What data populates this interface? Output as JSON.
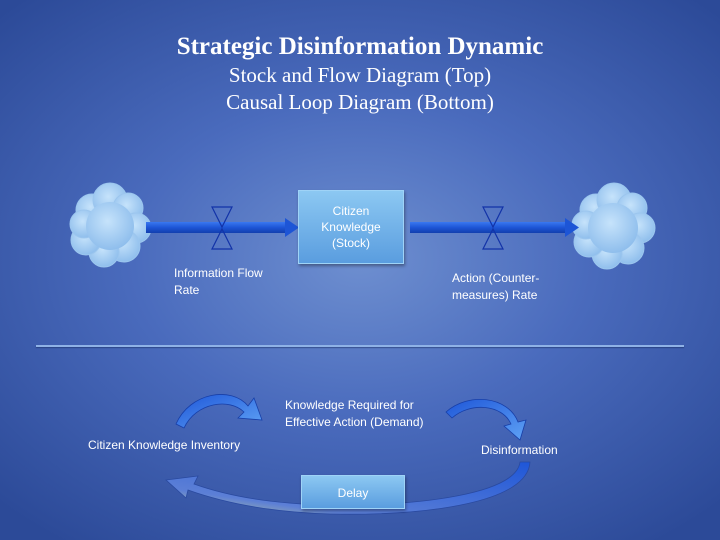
{
  "title": "Strategic Disinformation Dynamic",
  "subtitle_line1": "Stock and Flow Diagram (Top)",
  "subtitle_line2": "Causal Loop Diagram (Bottom)",
  "stock_flow": {
    "stock_label": "Citizen Knowledge (Stock)",
    "inflow_rate_label_1": "Information Flow",
    "inflow_rate_label_2": "Rate",
    "outflow_rate_label_1": "Action (Counter-",
    "outflow_rate_label_2": "measures) Rate"
  },
  "causal_loop": {
    "left_node": "Citizen Knowledge Inventory",
    "top_node_1": "Knowledge Required for",
    "top_node_2": "Effective Action (Demand)",
    "right_node": "Disinformation",
    "delay_label": "Delay"
  },
  "colors": {
    "flow_arrow": "#1f5fe0",
    "cloud": "#a9d2f5",
    "valve": "#1233a8",
    "loop_arrow_blue": "#2c6fe6",
    "loop_arrow_green": "#c9d48a"
  }
}
